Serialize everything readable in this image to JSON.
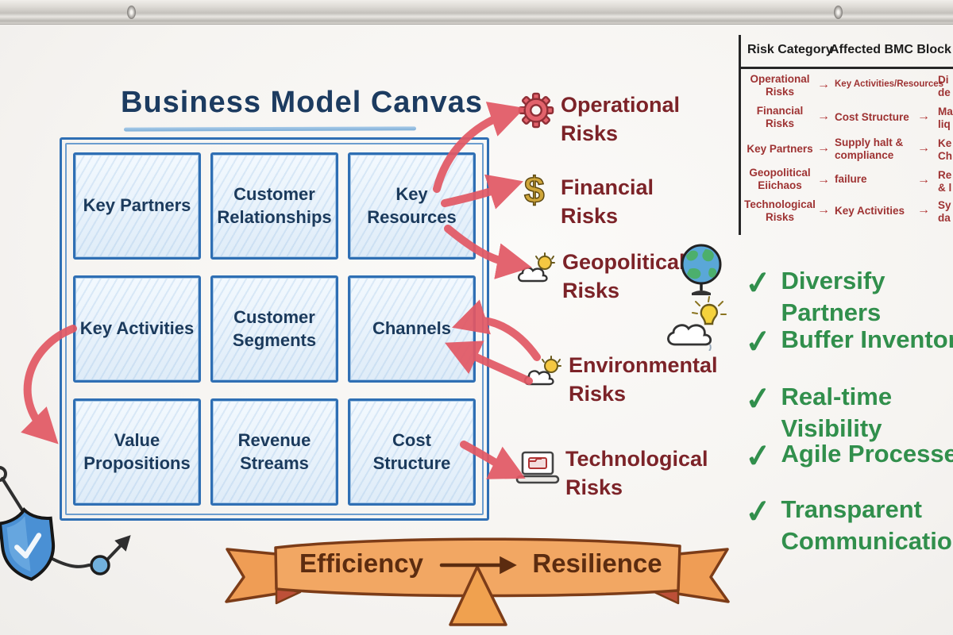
{
  "board": {
    "title": "Business Model Canvas"
  },
  "canvas": {
    "cells": [
      "Key Partners",
      "Customer Relationships",
      "Key Resources",
      "Key Activities",
      "Customer Segments",
      "Channels",
      "Value Propositions",
      "Revenue Streams",
      "Cost Structure"
    ]
  },
  "risks": [
    {
      "name": "operational",
      "label": "Operational\nRisks"
    },
    {
      "name": "financial",
      "label": "Financial\nRisks"
    },
    {
      "name": "geopolitical",
      "label": "Geopolitical\nRisks"
    },
    {
      "name": "environmental",
      "label": "Environmental\nRisks"
    },
    {
      "name": "technological",
      "label": "Technological\nRisks"
    }
  ],
  "risk_table": {
    "headers": [
      "Risk Category",
      "Affected BMC Block"
    ],
    "arrow_glyph": "→",
    "rows": [
      {
        "category": "Operational\nRisks",
        "block": "Key Activities/Resources",
        "mitigation": "Di\nde"
      },
      {
        "category": "Financial\nRisks",
        "block": "Cost Structure",
        "mitigation": "Ma\nliq"
      },
      {
        "category": "Key Partners",
        "block": "Supply halt &\ncompliance",
        "mitigation": "Ke\nCh"
      },
      {
        "category": "Geopolitical\nEiichaos",
        "block": "failure",
        "mitigation": "Re\n& l"
      },
      {
        "category": "Technological\nRisks",
        "block": "Key Activities",
        "mitigation": "Sy\nda"
      }
    ]
  },
  "checklist": {
    "check_glyph": "✓",
    "items": [
      "Diversify Partners",
      "Buffer Inventory",
      "Real-time Visibility",
      "Agile Processes",
      "Transparent\nCommunication"
    ]
  },
  "banner": {
    "left": "Efficiency",
    "right": "Resilience"
  },
  "icons": {
    "dollar_glyph": "$"
  },
  "colors": {
    "sketch_blue": "#2f6fb4",
    "risk_maroon": "#7c2328",
    "table_red": "#9e3232",
    "green": "#318f4c",
    "arrow_red": "#e25864",
    "banner_orange": "#f2a763"
  }
}
